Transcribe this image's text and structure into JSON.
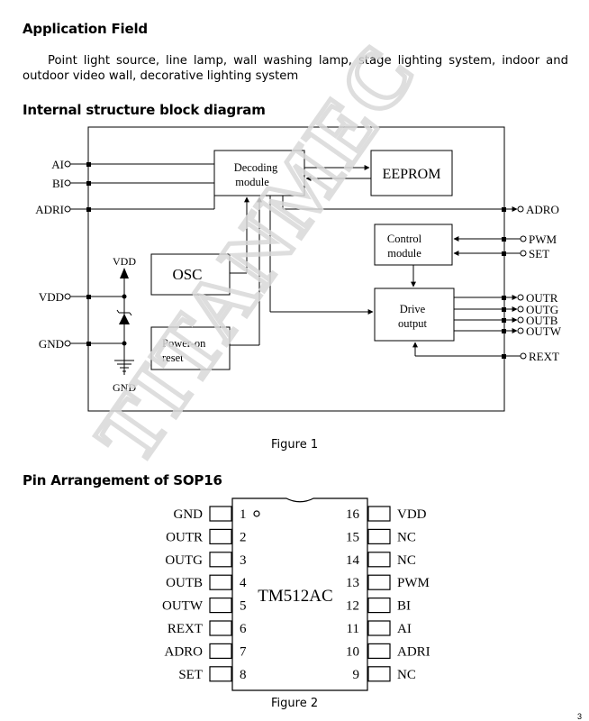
{
  "sections": {
    "application_title": "Application Field",
    "application_text": "Point light source, line lamp, wall washing lamp, stage lighting system, indoor and outdoor video wall, decorative lighting system",
    "block_title": "Internal structure block diagram",
    "figure1": "Figure 1",
    "pin_title": "Pin Arrangement of SOP16",
    "figure2": "Figure 2"
  },
  "block_diagram": {
    "modules": {
      "decoding_1": "Decoding",
      "decoding_2": "module",
      "eeprom": "EEPROM",
      "control_1": "Control",
      "control_2": "module",
      "osc": "OSC",
      "drive_1": "Drive",
      "drive_2": "output",
      "poweron_1": "Power-on",
      "poweron_2": "reset"
    },
    "pins": {
      "ai": "AI",
      "bi": "BI",
      "adri": "ADRI",
      "vdd_in": "VDD",
      "gnd_in": "GND",
      "vdd_top": "VDD",
      "gnd_bottom": "GND",
      "adro": "ADRO",
      "pwm": "PWM",
      "set": "SET",
      "outr": "OUTR",
      "outg": "OUTG",
      "outb": "OUTB",
      "outw": "OUTW",
      "rext": "REXT"
    }
  },
  "chip": {
    "name": "TM512AC",
    "left_pins": [
      {
        "num": "1",
        "name": "GND"
      },
      {
        "num": "2",
        "name": "OUTR"
      },
      {
        "num": "3",
        "name": "OUTG"
      },
      {
        "num": "4",
        "name": "OUTB"
      },
      {
        "num": "5",
        "name": "OUTW"
      },
      {
        "num": "6",
        "name": "REXT"
      },
      {
        "num": "7",
        "name": "ADRO"
      },
      {
        "num": "8",
        "name": "SET"
      }
    ],
    "right_pins": [
      {
        "num": "16",
        "name": "VDD"
      },
      {
        "num": "15",
        "name": "NC"
      },
      {
        "num": "14",
        "name": "NC"
      },
      {
        "num": "13",
        "name": "PWM"
      },
      {
        "num": "12",
        "name": "BI"
      },
      {
        "num": "11",
        "name": "AI"
      },
      {
        "num": "10",
        "name": "ADRI"
      },
      {
        "num": "9",
        "name": "NC"
      }
    ]
  },
  "watermark": "TITANMEC",
  "page_number": "3"
}
